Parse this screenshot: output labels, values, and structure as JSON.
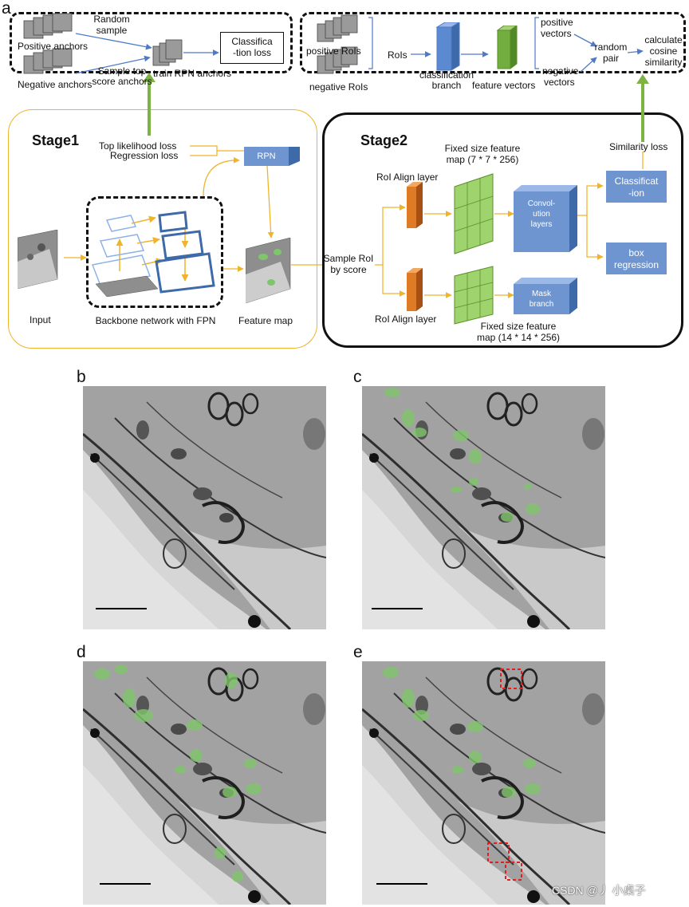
{
  "panel_labels": {
    "a": "a",
    "b": "b",
    "c": "c",
    "d": "d",
    "e": "e"
  },
  "top_left": {
    "positive_anchors": "Positive anchors",
    "negative_anchors": "Negative anchors",
    "random_sample": [
      "Random",
      "sample"
    ],
    "sample_top": [
      "Sample top",
      "score anchors"
    ],
    "train_rpn": "train RPN anchors",
    "classification_loss": [
      "Classifica",
      "-tion loss"
    ]
  },
  "top_right": {
    "positive_rois": "positive RoIs",
    "negative_rois": "negative RoIs",
    "rois": "RoIs",
    "classification_branch": [
      "classification",
      "branch"
    ],
    "feature_vectors": "feature vectors",
    "positive_vectors": [
      "positive",
      "vectors"
    ],
    "negative_vectors": [
      "negative",
      "vectors"
    ],
    "random_pair": [
      "random",
      "pair"
    ],
    "calculate": [
      "calculate",
      "cosine",
      "similarity"
    ]
  },
  "stage1": {
    "title": "Stage1",
    "top_likelihood": "Top likelihood loss",
    "regression_loss": "Regression loss",
    "rpn": "RPN",
    "input": "Input",
    "backbone": "Backbone network with FPN",
    "feature_map": "Feature map"
  },
  "stage2": {
    "title": "Stage2",
    "similarity_loss": "Similarity loss",
    "fixed_top": [
      "Fixed size feature",
      "map (7 * 7 * 256)"
    ],
    "roi_align_top": "RoI Align layer",
    "roi_align_bottom": "RoI Align layer",
    "sample_roi": [
      "Sample RoI",
      "by score"
    ],
    "convolution": [
      "Convol-",
      "ution",
      "layers"
    ],
    "classification": [
      "Classificat",
      "-ion"
    ],
    "box_regression": [
      "box",
      "regression"
    ],
    "mask_branch": [
      "Mask",
      "branch"
    ],
    "fixed_bottom": [
      "Fixed size feature",
      "map (14 * 14 * 256)"
    ]
  },
  "watermark": "CSDN @丿 小桌子",
  "colors": {
    "orange": "#f0b429",
    "green": "#7cb342",
    "blue": "#4f7ac7",
    "box_blue": "#6e95cf",
    "roi_orange": "#e07b25",
    "grid_green": "#9fd36e",
    "highlight_green": "#7fc66b",
    "red_box": "#e02020"
  }
}
